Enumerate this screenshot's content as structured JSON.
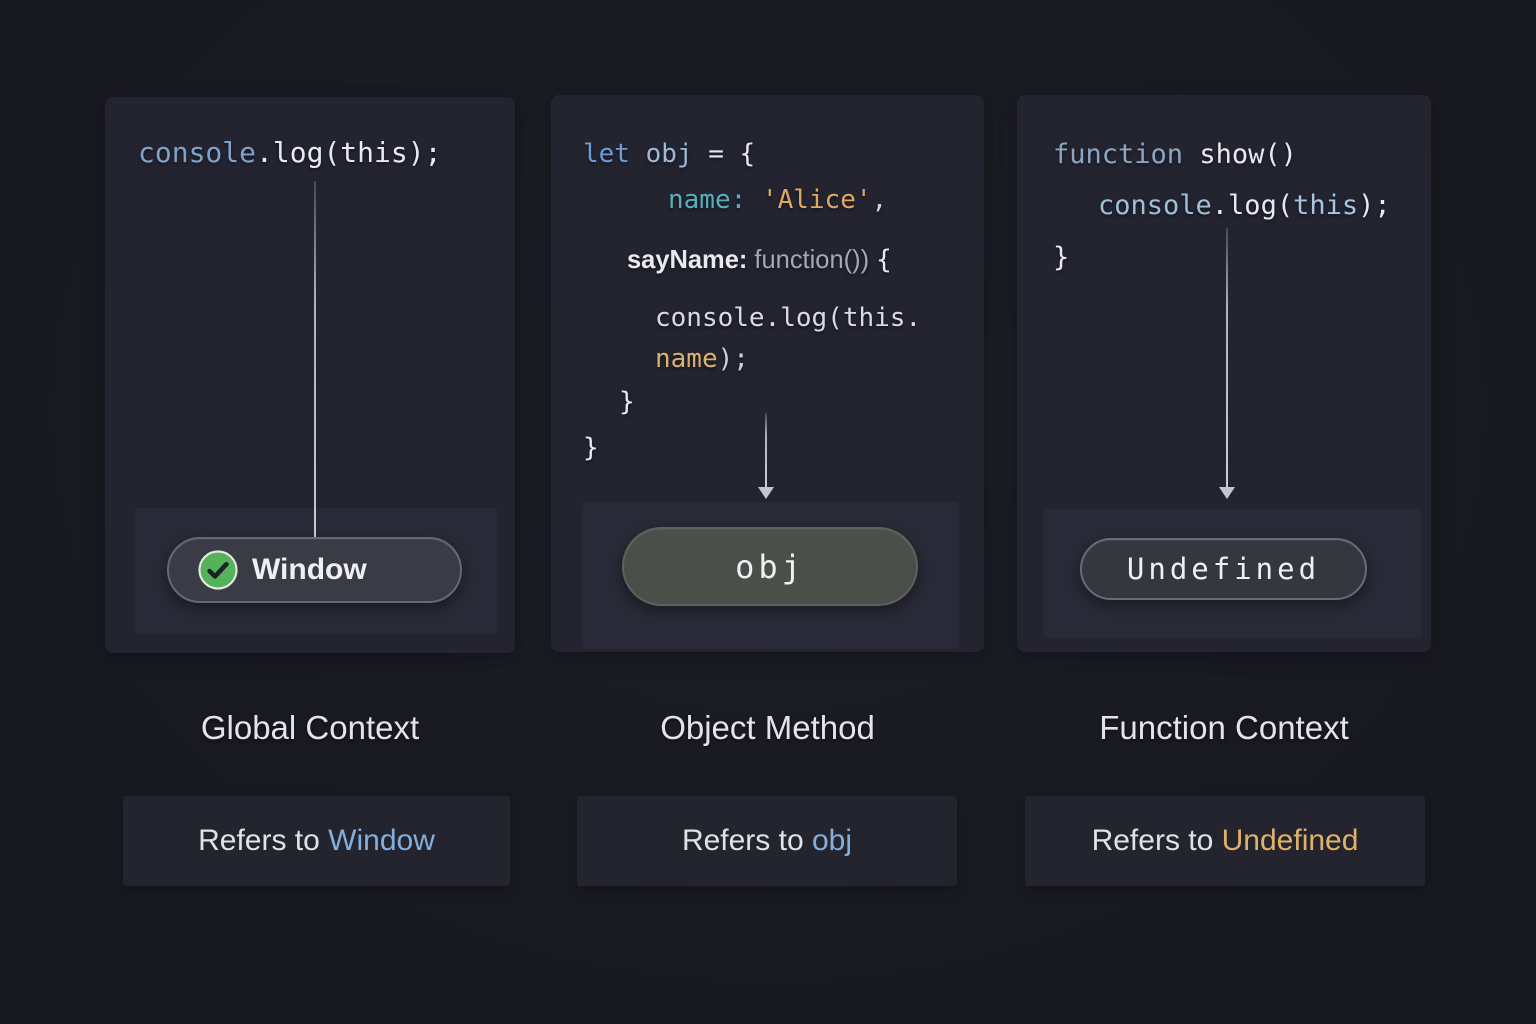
{
  "panels": [
    {
      "id": "global",
      "title": "Global Context",
      "code": [
        {
          "ml": 0,
          "mt": 0,
          "tokens": [
            {
              "t": "console",
              "c": "#7ea2c8"
            },
            {
              "t": ".log(this);",
              "c": "#e9eaef"
            }
          ]
        }
      ],
      "badge": {
        "label": "Window",
        "icon": "check-circle-icon",
        "icon_color": "#55b259"
      },
      "refers": {
        "prefix": "Refers to ",
        "value": "Window",
        "value_color": "#84aede"
      }
    },
    {
      "id": "object",
      "title": "Object Method",
      "code": [
        {
          "ml": 0,
          "mt": 0,
          "tokens": [
            {
              "t": "let ",
              "c": "#6c9bd6"
            },
            {
              "t": "obj",
              "c": "#9fb8d6"
            },
            {
              "t": " = {",
              "c": "#e9eaef"
            }
          ]
        },
        {
          "ml": 85,
          "mt": 6,
          "tokens": [
            {
              "t": "name:",
              "c": "#57aebd"
            },
            {
              "t": " ",
              "c": "#e9eaef"
            },
            {
              "t": "'Alice'",
              "c": "#e0a763"
            },
            {
              "t": ",",
              "c": "#cfd1d6"
            }
          ]
        },
        {
          "ml": 44,
          "mt": 20,
          "tokens": [
            {
              "t": "sayName:",
              "c": "#e9eaef",
              "f": "sans"
            },
            {
              "t": " function()) ",
              "c": "#a5aab2",
              "f": "sans-light"
            },
            {
              "t": "{",
              "c": "#e9eaef"
            }
          ]
        },
        {
          "ml": 72,
          "mt": 18,
          "tokens": [
            {
              "t": "console.log(this.",
              "c": "#dadbe0"
            }
          ]
        },
        {
          "ml": 72,
          "mt": 1,
          "tokens": [
            {
              "t": "name",
              "c": "#d9b26e"
            },
            {
              "t": ");",
              "c": "#d0d2d7"
            }
          ]
        },
        {
          "ml": 36,
          "mt": 3,
          "tokens": [
            {
              "t": "}",
              "c": "#e9eaef"
            }
          ]
        },
        {
          "ml": 0,
          "mt": 6,
          "tokens": [
            {
              "t": "}",
              "c": "#e9eaef"
            }
          ]
        }
      ],
      "badge": {
        "label": "obj"
      },
      "refers": {
        "prefix": "Refers to ",
        "value": "obj",
        "value_color": "#84aede"
      }
    },
    {
      "id": "function",
      "title": "Function Context",
      "code": [
        {
          "ml": 0,
          "mt": 0,
          "tokens": [
            {
              "t": "function ",
              "c": "#8ca6c2"
            },
            {
              "t": "show()",
              "c": "#e9eaef"
            }
          ]
        },
        {
          "ml": 45,
          "mt": 11,
          "tokens": [
            {
              "t": "console",
              "c": "#a0bfda"
            },
            {
              "t": ".log(",
              "c": "#e9eaef"
            },
            {
              "t": "this",
              "c": "#a8c6e2"
            },
            {
              "t": ");",
              "c": "#e9eaef"
            }
          ]
        },
        {
          "ml": 0,
          "mt": 12,
          "tokens": [
            {
              "t": "}",
              "c": "#e9eaef"
            }
          ]
        }
      ],
      "badge": {
        "label": "Undefined"
      },
      "refers": {
        "prefix": "Refers to ",
        "value": "Undefined",
        "value_color": "#dfb26b"
      }
    }
  ]
}
